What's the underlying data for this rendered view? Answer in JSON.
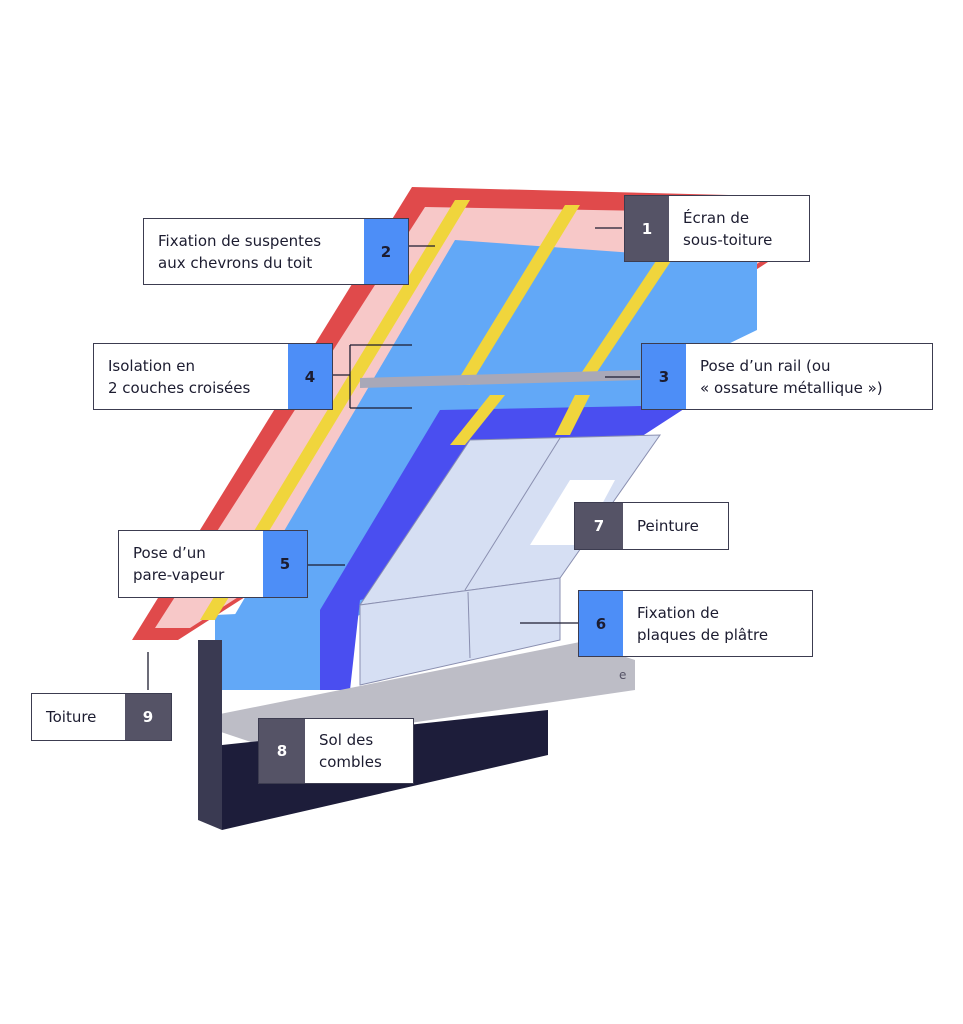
{
  "colors": {
    "roof_red": "#e04a4b",
    "screen_pink": "#f7c8c8",
    "rafter_yellow": "#f0d53c",
    "insulation_blue": "#62a8f7",
    "vapour_blue": "#4a4ef0",
    "plaster_light": "#d6dff3",
    "floor_gray": "#bdbdc6",
    "wall_dark": "#1d1d3a",
    "label_blue": "#4d8ef7",
    "label_gray": "#555366"
  },
  "callouts": [
    {
      "id": "1",
      "text": "Écran de\nsous-toiture",
      "style": "gray"
    },
    {
      "id": "2",
      "text": "Fixation de suspentes\naux chevrons du toit",
      "style": "blue"
    },
    {
      "id": "3",
      "text": "Pose d’un rail (ou\n« ossature métallique »)",
      "style": "blue"
    },
    {
      "id": "4",
      "text": "Isolation en\n2 couches croisées",
      "style": "blue"
    },
    {
      "id": "5",
      "text": "Pose d’un\npare-vapeur",
      "style": "blue"
    },
    {
      "id": "6",
      "text": "Fixation de\nplaques de plâtre",
      "style": "blue"
    },
    {
      "id": "7",
      "text": "Peinture",
      "style": "gray"
    },
    {
      "id": "8",
      "text": "Sol des\ncombles",
      "style": "gray"
    },
    {
      "id": "9",
      "text": "Toiture",
      "style": "gray"
    }
  ],
  "brand_mark": "e"
}
